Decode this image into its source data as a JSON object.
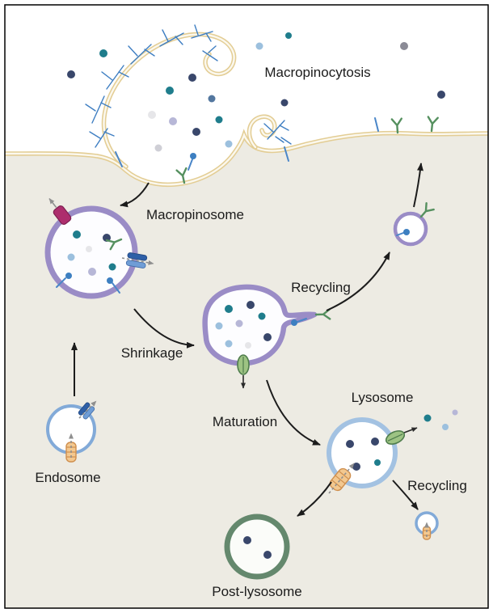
{
  "figure": {
    "labels": {
      "macropinocytosis": "Macropinocytosis",
      "macropinosome": "Macropinosome",
      "shrinkage": "Shrinkage",
      "recycling_top": "Recycling",
      "maturation": "Maturation",
      "lysosome": "Lysosome",
      "recycling_bottom": "Recycling",
      "endosome": "Endosome",
      "post_lysosome": "Post-lysosome"
    },
    "colors": {
      "extracellular": "#ffffff",
      "cytoplasm": "#edebe3",
      "membrane": "#e3cd94",
      "actin": "#3e7ec2",
      "macropinosome_ring": "#9a8cc6",
      "lysosome_ring": "#a3c2e2",
      "endosome_ring": "#82aad8",
      "post_lysosome_ring": "#64886d",
      "receptor_green": "#55905f",
      "receptor_blue": "#4a86c8",
      "pump_magenta": "#ad2e6d",
      "pump_orange": "#f3c88f",
      "channel_blue": "#2e5fa7",
      "transporter_green": "#9dc383",
      "cargo_navy": "#39476b",
      "cargo_teal": "#1f7d8c",
      "cargo_lightblue": "#9cc0de",
      "cargo_lavender": "#b7b7d7",
      "cargo_gray": "#8b8b96"
    }
  }
}
